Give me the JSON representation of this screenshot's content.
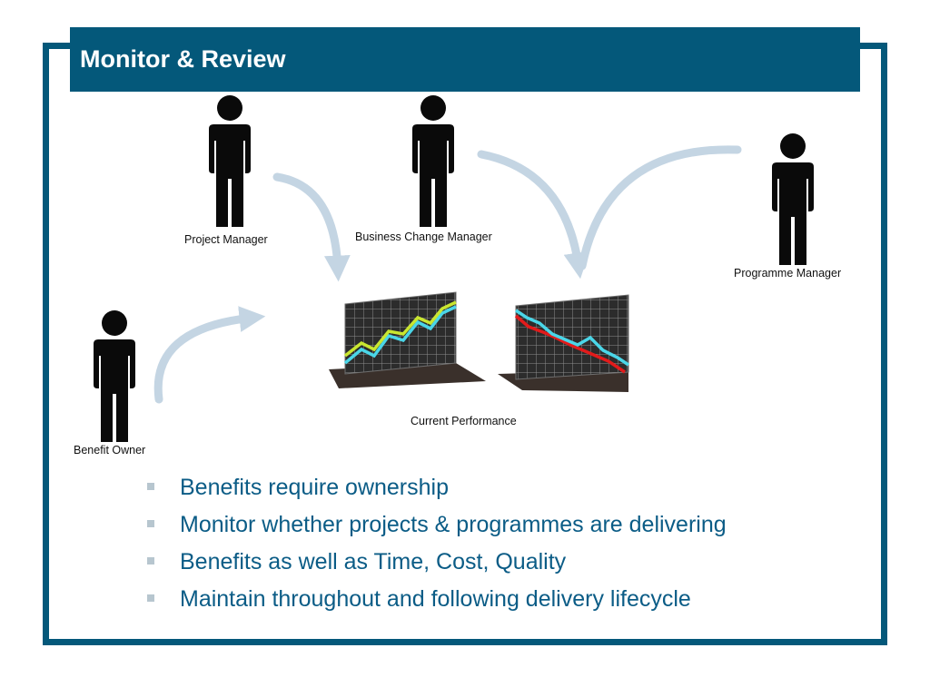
{
  "slide": {
    "title": "Monitor & Review",
    "accent_color": "#04587a",
    "bullet_color": "#0b5c86"
  },
  "diagram": {
    "roles": [
      {
        "id": "project-manager",
        "label": "Project Manager"
      },
      {
        "id": "business-change-manager",
        "label": "Business Change Manager"
      },
      {
        "id": "programme-manager",
        "label": "Programme Manager"
      },
      {
        "id": "benefit-owner",
        "label": "Benefit Owner"
      }
    ],
    "performance_label": "Current Performance",
    "chart_trends": [
      "rising",
      "falling"
    ],
    "line_colors": {
      "chart1_a": "#c9e630",
      "chart1_b": "#4ad6e8",
      "chart2_a": "#e21b1b",
      "chart2_b": "#4ad6e8"
    },
    "arrow_color": "#c4d5e3"
  },
  "bullets": [
    "Benefits require ownership",
    "Monitor whether projects & programmes are delivering",
    "Benefits as well as Time, Cost, Quality",
    "Maintain throughout and following delivery lifecycle"
  ]
}
